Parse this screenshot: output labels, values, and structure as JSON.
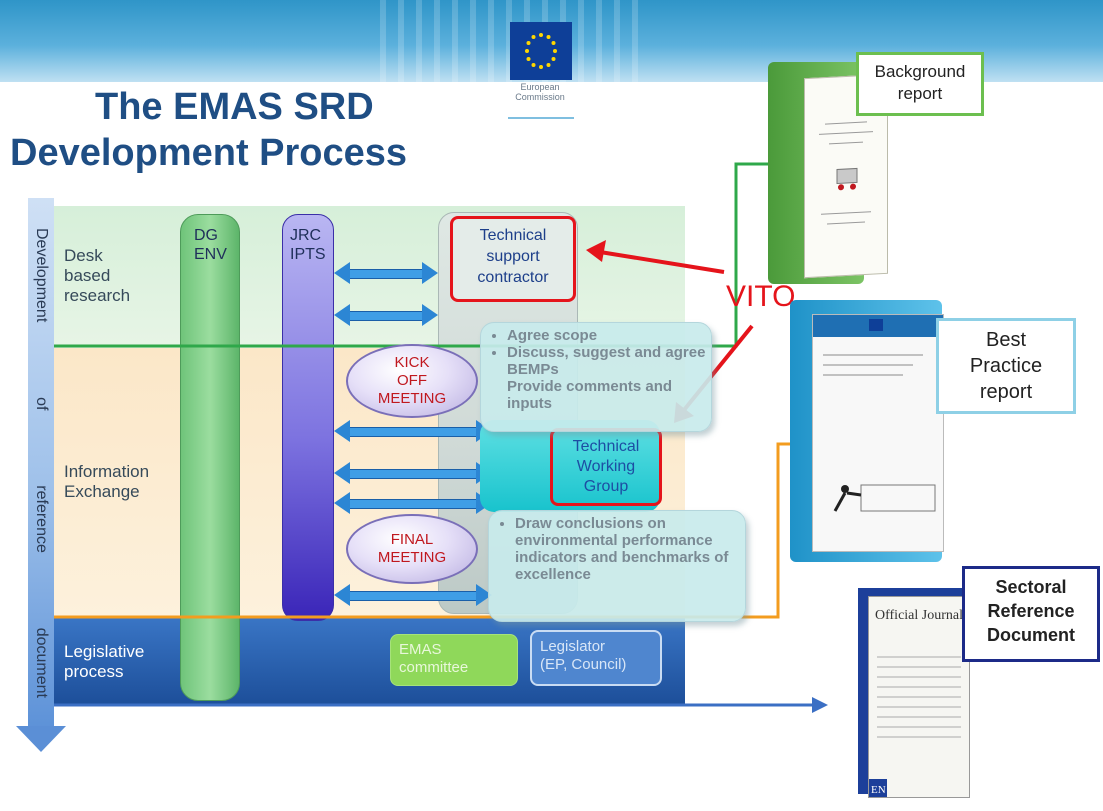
{
  "header": {
    "title_line1": "The EMAS SRD",
    "title_line2": "Development Process",
    "logo_text_line1": "European",
    "logo_text_line2": "Commission"
  },
  "timeline": {
    "words": [
      "Development",
      "of",
      "reference",
      "document"
    ]
  },
  "lanes": {
    "desk": [
      "Desk",
      "based",
      "research"
    ],
    "info": [
      "Information",
      "Exchange"
    ],
    "legislative": [
      "Legislative",
      "process"
    ]
  },
  "columns": {
    "dg_env": [
      "DG",
      "ENV"
    ],
    "jrc_ipts": [
      "JRC",
      "IPTS"
    ],
    "tech_support": [
      "Technical",
      "support",
      "contractor"
    ]
  },
  "meetings": {
    "kickoff": [
      "KICK",
      "OFF",
      "MEETING"
    ],
    "final": [
      "FINAL",
      "MEETING"
    ]
  },
  "callouts": {
    "kickoff_items": [
      "Agree scope",
      "Discuss, suggest and agree BEMPs",
      "Provide comments and inputs"
    ],
    "final_items": [
      "Draw conclusions on environmental performance indicators and benchmarks of excellence"
    ]
  },
  "twg": [
    "Technical",
    "Working",
    "Group"
  ],
  "boxes": {
    "emas_committee": [
      "EMAS",
      "committee"
    ],
    "legislator": [
      "Legislator",
      "(EP, Council)"
    ]
  },
  "vito": "VITO",
  "documents": {
    "background": [
      "Background",
      "report"
    ],
    "best_practice": [
      "Best",
      "Practice",
      "report"
    ],
    "sectoral": [
      "Sectoral",
      "Reference",
      "Document"
    ]
  },
  "colors": {
    "title": "#1f4e84",
    "red_highlight": "#e5141b",
    "green_line": "#2fa84a",
    "orange_line": "#f39c1f",
    "blue_line": "#3b6fc4"
  }
}
